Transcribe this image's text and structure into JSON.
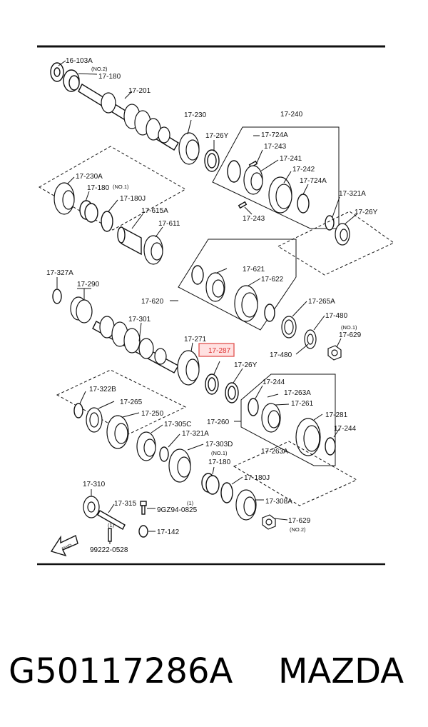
{
  "diagram": {
    "highlight_color": "#e0524f",
    "direction_label": "FWD",
    "labels": {
      "p16_103a": "16-103A",
      "no2_top": "(NO.2)",
      "p17_180_top": "17-180",
      "p17_201": "17-201",
      "p17_230": "17-230",
      "p17_26y_a": "17-26Y",
      "p17_240": "17-240",
      "p17_724a_a": "17-724A",
      "p17_243_a": "17-243",
      "p17_241": "17-241",
      "p17_242": "17-242",
      "p17_724a_b": "17-724A",
      "p17_243_b": "17-243",
      "p17_321a_a": "17-321A",
      "p17_26y_b": "17-26Y",
      "p17_230a": "17-230A",
      "p17_180_no1": "17-180",
      "no1_a": "(NO.1)",
      "p17_180j_a": "17-180J",
      "p17_615a": "17-615A",
      "p17_611": "17-611",
      "p17_621": "17-621",
      "p17_622": "17-622",
      "p17_620": "17-620",
      "p17_327a": "17-327A",
      "p17_290": "17-290",
      "p17_265a": "17-265A",
      "p17_480_a": "17-480",
      "no1_b": "(NO.1)",
      "p17_629_a": "17-629",
      "p17_301": "17-301",
      "p17_271": "17-271",
      "p17_287": "17-287",
      "p17_480_b": "17-480",
      "p17_26y_c": "17-26Y",
      "p17_244_a": "17-244",
      "p17_263a_a": "17-263A",
      "p17_261": "17-261",
      "p17_322b": "17-322B",
      "p17_265": "17-265",
      "p17_250": "17-250",
      "p17_305c": "17-305C",
      "p17_260": "17-260",
      "p17_281": "17-281",
      "p17_244_b": "17-244",
      "p17_321a_b": "17-321A",
      "p17_263a_b": "17-263A",
      "p17_303d": "17-303D",
      "no1_c": "(NO.1)",
      "p17_180_c": "17-180",
      "p17_180j_b": "17-180J",
      "p17_310": "17-310",
      "p17_315": "17-315",
      "one_a": "(1)",
      "p9gz94": "9GZ94-0825",
      "one_b": "(1)",
      "p17_142": "17-142",
      "p99222": "99222-0528",
      "p17_308a": "17-308A",
      "p17_629_b": "17-629",
      "no2_b": "(NO.2)"
    }
  },
  "caption": {
    "part_number": "G50117286A",
    "brand": "MAZDA"
  }
}
